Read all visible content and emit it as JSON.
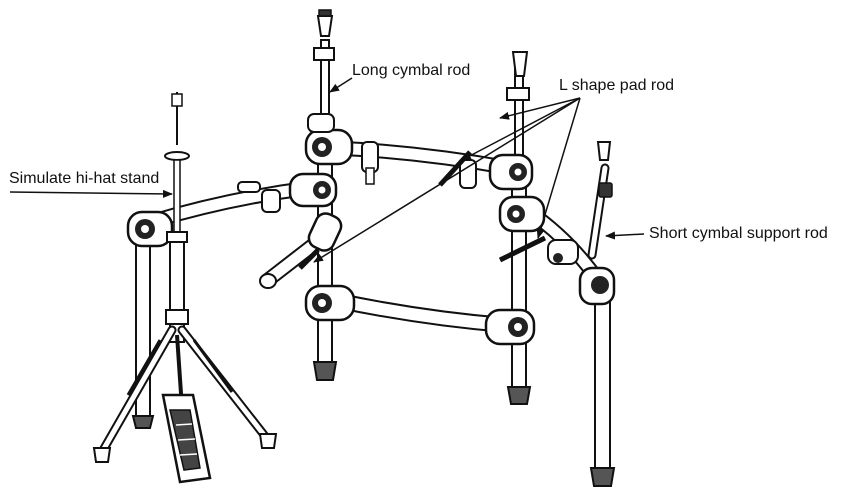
{
  "labels": {
    "simulate_hihat_stand": "Simulate hi-hat stand",
    "long_cymbal_rod": "Long cymbal rod",
    "l_shape_pad_rod": "L shape pad rod",
    "short_cymbal_support_rod": "Short cymbal support rod"
  },
  "colors": {
    "line": "#111111",
    "fill": "#ffffff",
    "clamp_dark": "#222222"
  }
}
